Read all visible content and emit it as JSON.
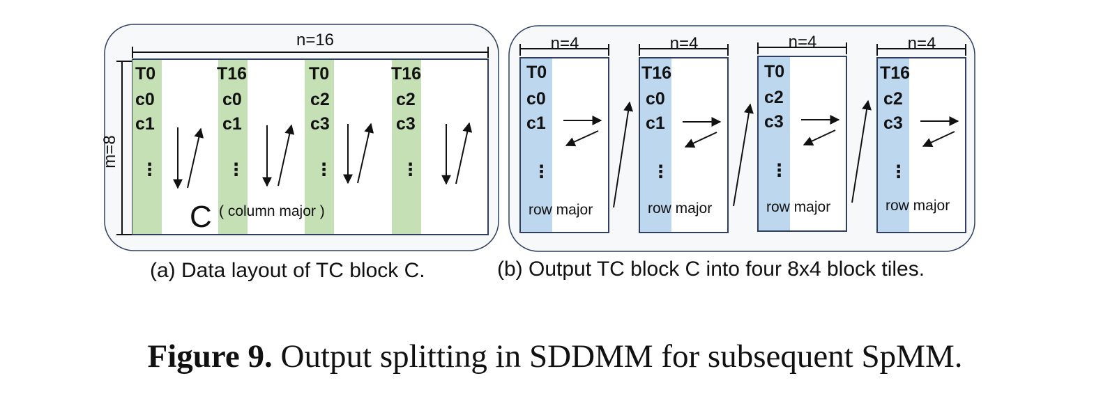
{
  "panel_a": {
    "width_label": "n=16",
    "height_label": "m=8",
    "columns": [
      {
        "thread": "T0",
        "reg1": "c0",
        "reg2": "c1",
        "dots": "⋮"
      },
      {
        "thread": "T16",
        "reg1": "c0",
        "reg2": "c1",
        "dots": "⋮"
      },
      {
        "thread": "T0",
        "reg1": "c2",
        "reg2": "c3",
        "dots": "⋮"
      },
      {
        "thread": "T16",
        "reg1": "c2",
        "reg2": "c3",
        "dots": "⋮"
      }
    ],
    "matrix_letter": "C",
    "layout_note": "( column major )",
    "caption": "(a) Data layout of TC block C."
  },
  "panel_b": {
    "tiles": [
      {
        "width_label": "n=4",
        "thread": "T0",
        "reg1": "c0",
        "reg2": "c1",
        "dots": "⋮",
        "note": "row major"
      },
      {
        "width_label": "n=4",
        "thread": "T16",
        "reg1": "c0",
        "reg2": "c1",
        "dots": "⋮",
        "note": "row major"
      },
      {
        "width_label": "n=4",
        "thread": "T0",
        "reg1": "c2",
        "reg2": "c3",
        "dots": "⋮",
        "note": "row major"
      },
      {
        "width_label": "n=4",
        "thread": "T16",
        "reg1": "c2",
        "reg2": "c3",
        "dots": "⋮",
        "note": "row major"
      }
    ],
    "caption": "(b) Output TC block C into four 8x4 block tiles."
  },
  "figure_caption": {
    "label": "Figure 9.",
    "text": " Output splitting in SDDMM for subsequent SpMM."
  },
  "colors": {
    "green_fill": "#c5e0b4",
    "blue_fill": "#bdd7ee",
    "frame_bg": "#f7f8fa",
    "outline": "#2f3f63"
  }
}
